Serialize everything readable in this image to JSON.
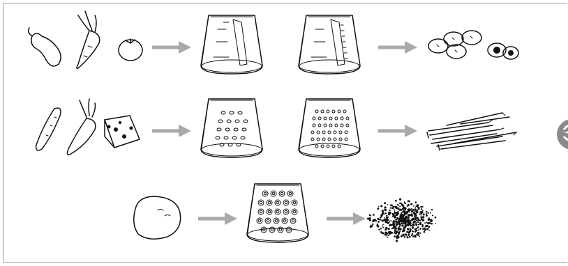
{
  "figure": {
    "rows": [
      {
        "inputs": [
          "eggplant-icon",
          "carrot-icon",
          "tomato-icon"
        ],
        "drums": [
          "slicing-drum-fine",
          "slicing-drum-serrated"
        ],
        "output": "slices-icon"
      },
      {
        "inputs": [
          "cucumber-icon",
          "carrot-icon",
          "cheese-icon"
        ],
        "drums": [
          "coarse-grating-drum",
          "fine-grating-drum"
        ],
        "output": "shreds-icon"
      },
      {
        "inputs": [
          "potato-icon"
        ],
        "drums": [
          "grinding-drum"
        ],
        "output": "crumbs-icon"
      }
    ],
    "colors": {
      "arrow": "#a9a9a9",
      "line": "#111111",
      "frame": "#9a9a9a",
      "badge": "#8a8a8a"
    },
    "side_badge": "numbered-badge-partial"
  }
}
